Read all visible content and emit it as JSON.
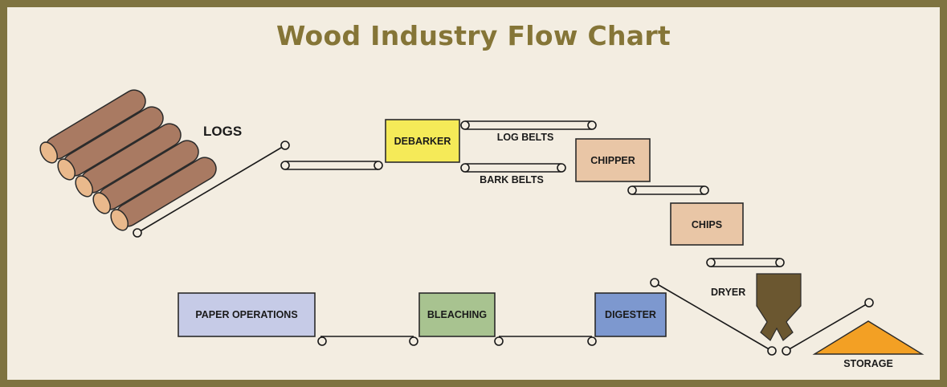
{
  "title": "Wood Industry Flow Chart",
  "labels": {
    "logs": "LOGS",
    "debarker": "DEBARKER",
    "log_belts": "LOG BELTS",
    "bark_belts": "BARK BELTS",
    "chipper": "CHIPPER",
    "chips": "CHIPS",
    "dryer": "DRYER",
    "storage": "STORAGE",
    "digester": "DIGESTER",
    "bleaching": "BLEACHING",
    "paper_operations": "PAPER OPERATIONS"
  },
  "colors": {
    "frame": "#7e7340",
    "background": "#f3ede1",
    "title": "#857537",
    "log": "#a97a62",
    "debarker": "#f5ea58",
    "chipper": "#e9c6a6",
    "chips": "#e9c6a6",
    "dryer": "#6b5730",
    "storage": "#f3a024",
    "digester": "#7d98cf",
    "bleaching": "#a8c390",
    "paper_operations": "#c6cbe7"
  }
}
